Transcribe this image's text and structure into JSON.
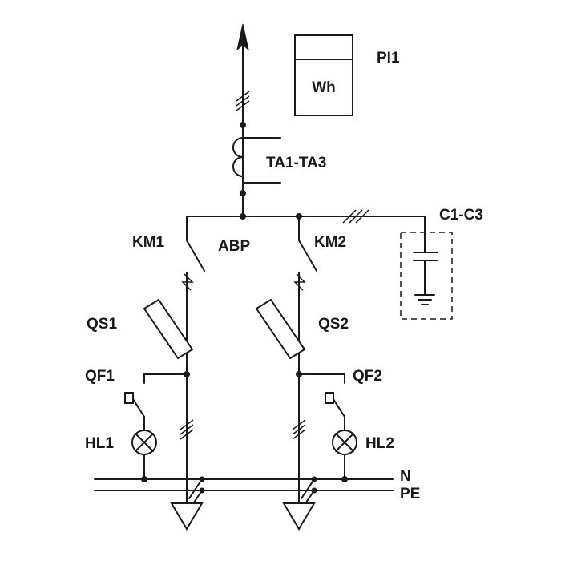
{
  "labels": {
    "meter_tag": "PI1",
    "meter_text": "Wh",
    "current_transformers": "TA1-TA3",
    "capacitors": "C1-C3",
    "contactor_1": "KM1",
    "contactor_2": "KM2",
    "transfer_switch": "АВР",
    "switch_1": "QS1",
    "switch_2": "QS2",
    "breaker_1": "QF1",
    "breaker_2": "QF2",
    "lamp_1": "HL1",
    "lamp_2": "HL2",
    "neutral_bus": "N",
    "pe_bus": "PE"
  }
}
